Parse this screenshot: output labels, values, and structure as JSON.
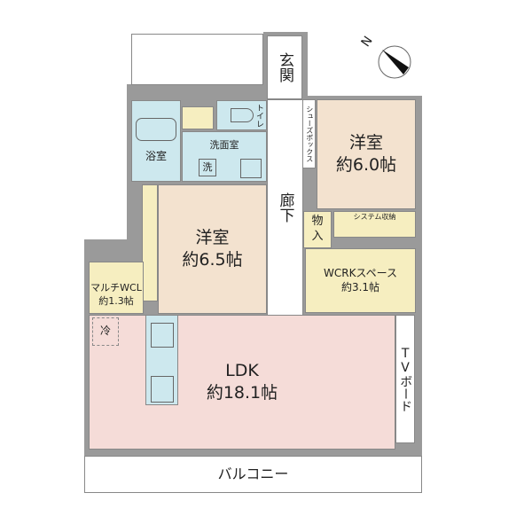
{
  "rooms": {
    "entrance": "玄関",
    "bath": "浴室",
    "washroom": "洗面室",
    "washer": "洗",
    "toilet": "トイレ",
    "shoebox": "シューズボックス",
    "corridor": "廊下",
    "western_a": {
      "name": "洋室",
      "size": "約6.0帖"
    },
    "western_b": {
      "name": "洋室",
      "size": "約6.5帖"
    },
    "system_storage": "システム収納",
    "closet": "物入",
    "wcrk": {
      "name": "WCRKスペース",
      "size": "約3.1帖"
    },
    "multi_wcl": {
      "name": "マルチWCL",
      "size": "約1.3帖"
    },
    "ldk": {
      "name": "LDK",
      "size": "約18.1帖"
    },
    "fridge": "冷",
    "tv_board": "TVボード",
    "balcony": "バルコニー"
  },
  "compass": {
    "label": "N"
  },
  "colors": {
    "wall": "#9a9a9a",
    "wet": "#cde8ee",
    "western": "#f3e2cf",
    "storage": "#f6eec0",
    "ldk": "#f5dcd8"
  }
}
